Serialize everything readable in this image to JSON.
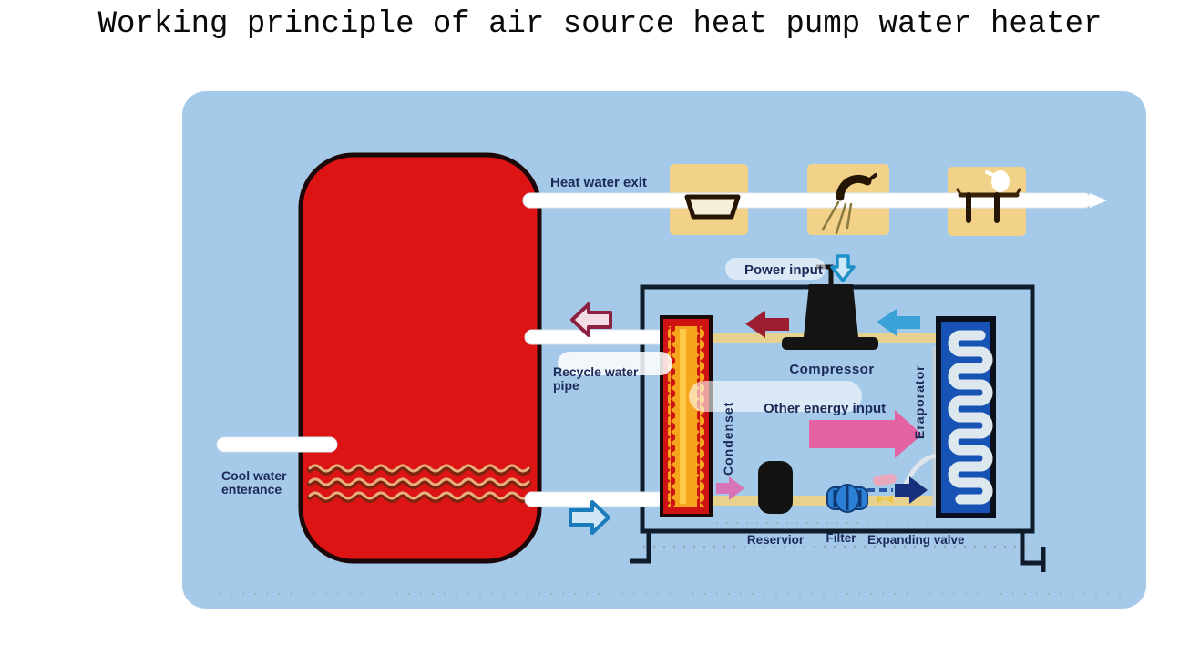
{
  "title": "Working principle of air source heat pump water heater",
  "diagram": {
    "tank": {
      "heat_water_exit": "Heat water exit",
      "recycle_water_pipe": "Recycle water pipe",
      "cool_water_enterance": "Cool water enterance"
    },
    "heat_pump_unit": {
      "power_input": "Power input",
      "compressor": "Compressor",
      "condenser": "Condenset",
      "other_energy_input": "Other energy input",
      "evaporator": "Eraporator",
      "reservoir": "Reservior",
      "filter": "Filter",
      "expanding_valve": "Expanding valve"
    },
    "icons": {
      "appliance_1": "bathtub-icon",
      "appliance_2": "shower-icon",
      "appliance_3": "table-with-kettle-icon"
    },
    "colors": {
      "panel_background": "#a5c9e8",
      "tank_red": "#dd1414",
      "condenser_orange": "#f6a61c",
      "evaporator_blue": "#1753b4",
      "coil_yellow_green": "#b9cc40",
      "appliance_box_yellow": "#f2d288",
      "refrigerant_pipe_tan": "#e6d28e",
      "water_pipe_white": "#ffffff",
      "hot_flow_arrow_red": "#9c1c30",
      "cold_flow_arrow_blue": "#3ba2d8",
      "energy_arrow_pink": "#e562a2",
      "valve_arrow_navy": "#17307e",
      "label_text_navy": "#1b2a58"
    }
  }
}
